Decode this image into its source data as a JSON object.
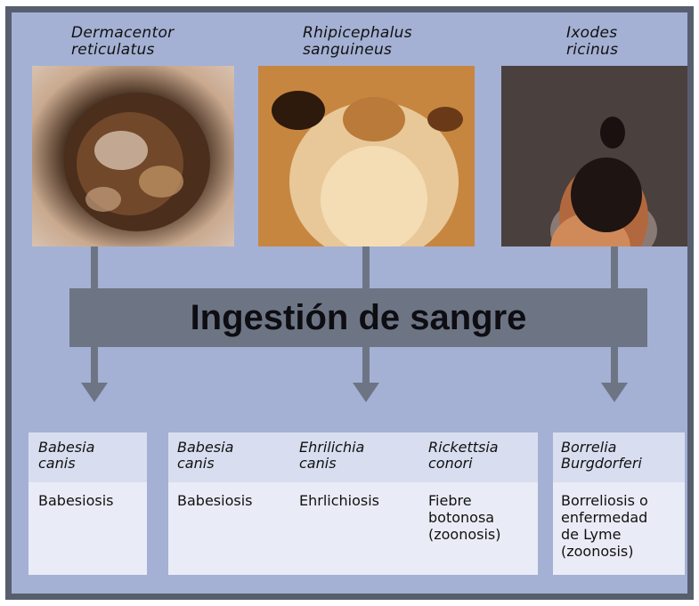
{
  "species": [
    {
      "name": "Dermacentor\nreticulatus"
    },
    {
      "name": "Rhipicephalus\nsanguineus"
    },
    {
      "name": "Ixodes\nricinus"
    }
  ],
  "center_label": "Ingestión de sangre",
  "diseases": [
    {
      "pathogen": "Babesia\ncanis",
      "disease": "Babesiosis"
    },
    {
      "pathogen": "Babesia\ncanis",
      "disease": "Babesiosis"
    },
    {
      "pathogen": "Ehrilichia\ncanis",
      "disease": "Ehrlichiosis"
    },
    {
      "pathogen": "Rickettsia\nconori",
      "disease": "Fiebre\nbotonosa\n(zoonosis)"
    },
    {
      "pathogen": "Borrelia\nBurgdorferi",
      "disease": "Borreliosis o\nenfermedad\nde Lyme\n(zoonosis)"
    }
  ],
  "colors": {
    "background": "#a4b1d4",
    "frame": "#575e6e",
    "connector": "#6d7585",
    "card": "#e9ecf6"
  }
}
